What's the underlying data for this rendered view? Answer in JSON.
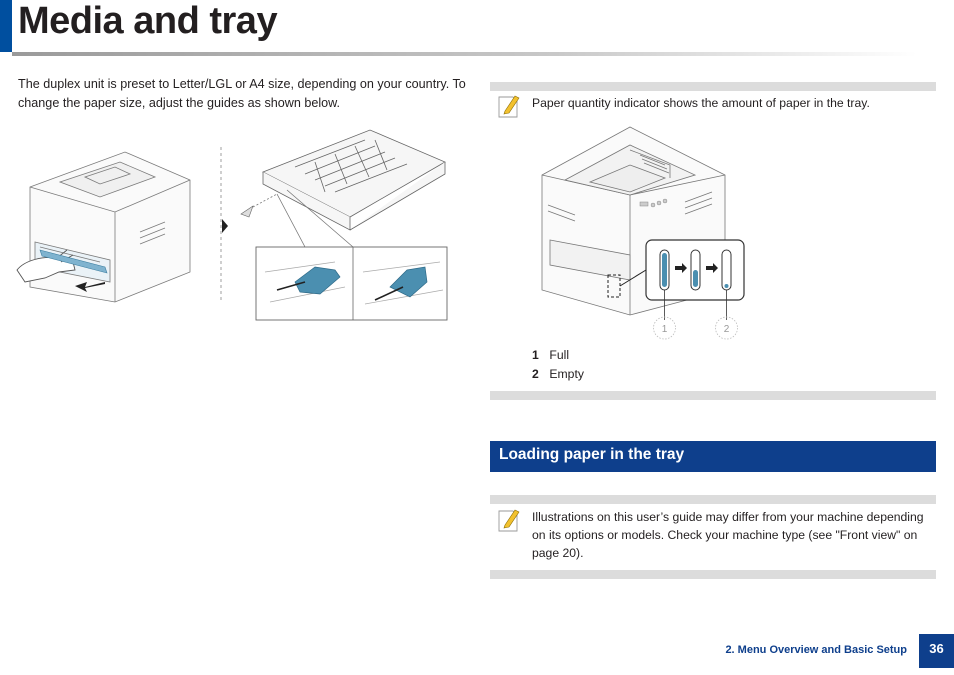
{
  "header": {
    "title": "Media and tray"
  },
  "intro": {
    "text": "The duplex unit is preset to Letter/LGL or A4 size, depending on your country. To change the paper size, adjust the guides as shown below."
  },
  "note1": {
    "icon": "note-pencil-icon",
    "text": "Paper quantity indicator shows the amount of paper in the tray."
  },
  "figure_right": {
    "callout_1": "1",
    "callout_2": "2"
  },
  "legend": [
    {
      "num": "1",
      "label": "Full"
    },
    {
      "num": "2",
      "label": "Empty"
    }
  ],
  "section": {
    "title": "Loading paper in the tray"
  },
  "note2": {
    "icon": "note-pencil-icon",
    "text": "Illustrations on this user’s guide may differ from your machine depending on its options or models. Check your machine type (see \"Front view\" on page 20)."
  },
  "footer": {
    "chapter": "2.  Menu Overview and Basic Setup",
    "page": "36"
  },
  "colors": {
    "brand_blue": "#0e3f8c",
    "guide_teal": "#4b8fb0"
  }
}
